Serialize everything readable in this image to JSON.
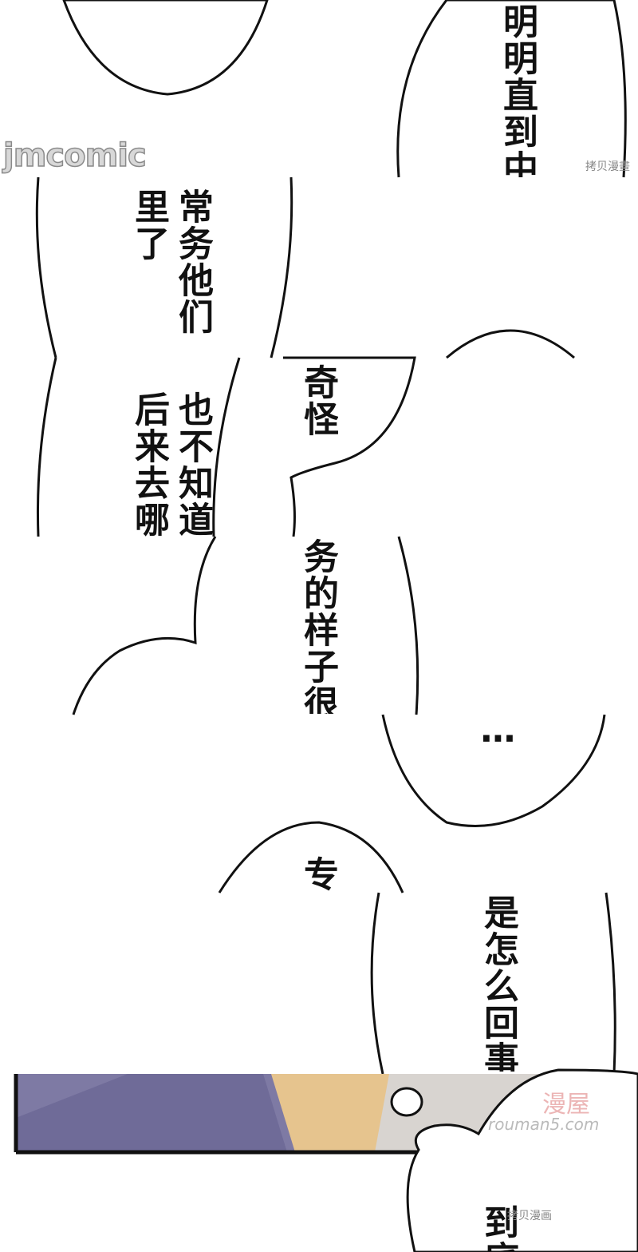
{
  "bubbles": [
    {
      "id": "b1",
      "text": "明明直到中"
    },
    {
      "id": "b2",
      "text": "常务他们"
    },
    {
      "id": "b3",
      "text": "里了"
    },
    {
      "id": "b4",
      "text": "奇怪"
    },
    {
      "id": "b5",
      "text": "也不知道"
    },
    {
      "id": "b6",
      "text": "后来去哪"
    },
    {
      "id": "b7",
      "text": "务的样子很"
    },
    {
      "id": "b8",
      "text": "⋯"
    },
    {
      "id": "b9",
      "text": "专"
    },
    {
      "id": "b10",
      "text": "是怎么回事"
    },
    {
      "id": "b11",
      "text": "到底"
    }
  ],
  "watermarks": {
    "jmcomic": "jmcomic",
    "copy_top": "拷贝漫畫",
    "manwu": "漫屋",
    "manwu_url": "rouman5.com",
    "copy_bottom": "拷贝漫画"
  },
  "colors": {
    "ink": "#111111",
    "paper": "#ffffff",
    "wall_purple": "#7e7aa4",
    "skin_tan": "#e6c48e"
  }
}
